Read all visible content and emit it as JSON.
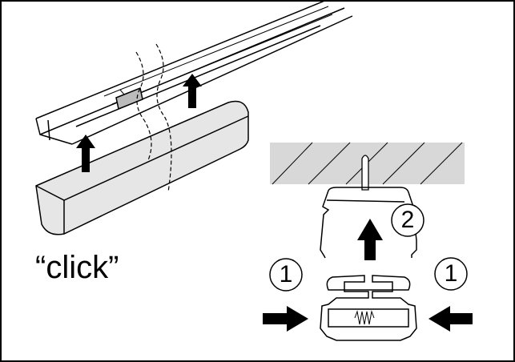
{
  "labels": {
    "click_text": "“click”",
    "step_1_left": "1",
    "step_1_right": "1",
    "step_2": "2"
  },
  "colors": {
    "ceiling": "#d8d8d8",
    "cover": "#e6e6e6",
    "ink": "#000000"
  }
}
